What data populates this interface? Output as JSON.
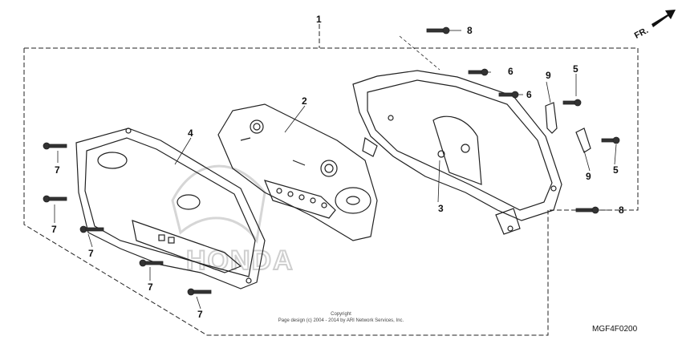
{
  "direction_label": "FR.",
  "part_labels": {
    "p1": "1",
    "p2": "2",
    "p3": "3",
    "p4": "4",
    "p5a": "5",
    "p5b": "5",
    "p6a": "6",
    "p6b": "6",
    "p7a": "7",
    "p7b": "7",
    "p7c": "7",
    "p7d": "7",
    "p7e": "7",
    "p8a": "8",
    "p8b": "8",
    "p9a": "9",
    "p9b": "9"
  },
  "watermark": "HONDA",
  "copyright_line1": "Copyright",
  "copyright_line2": "Page design (c) 2004 - 2014 by ARI Network Services, Inc.",
  "diagram_code": "MGF4F0200"
}
